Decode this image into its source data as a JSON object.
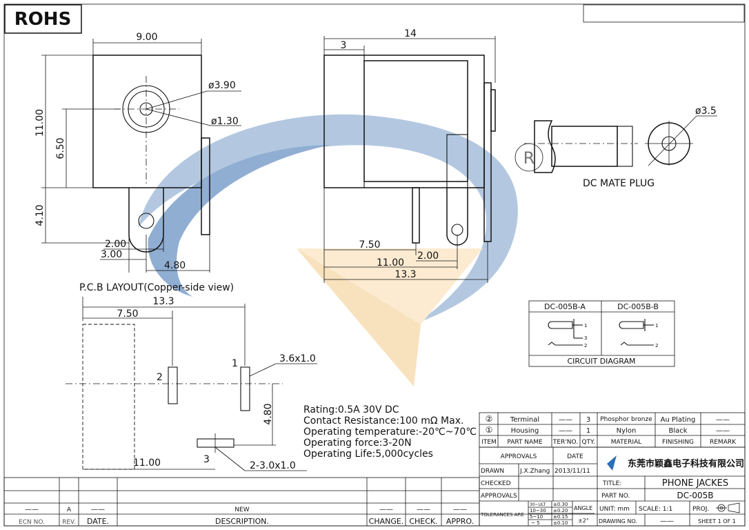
{
  "rohs": "ROHS",
  "front_dims": {
    "width": "9.00",
    "height": "11.00",
    "center": "6.50",
    "pin": "4.10",
    "hole_outer": "ø3.90",
    "hole_inner": "ø1.30",
    "d1": "2.00",
    "d2": "3.00",
    "d3": "4.80"
  },
  "side_dims": {
    "length": "14",
    "step": "3",
    "d1": "7.50",
    "d2": "2.00",
    "d3": "11.00",
    "d4": "13.3"
  },
  "plug": {
    "dia": "ø3.5",
    "label": "DC MATE PLUG",
    "mark": "R"
  },
  "pcb": {
    "title": "P.C.B LAYOUT(Copper-side view)",
    "w1": "13.3",
    "w2": "7.50",
    "slot1": "3.6x1.0",
    "h": "4.80",
    "w3": "11.00",
    "slot3": "2-3.0x1.0",
    "p1": "1",
    "p2": "2",
    "p3": "3"
  },
  "circuit": {
    "title": "CIRCUIT DIAGRAM",
    "a": "DC-005B-A",
    "b": "DC-005B-B",
    "n1": "1",
    "n2": "2",
    "n3": "3"
  },
  "specs": [
    "Rating:0.5A 30V DC",
    "Contact Resistance:100 mΩ Max.",
    "Operating temperature:-20℃~70℃",
    "Operating force:3-20N",
    "Operating Life:5,000cycles"
  ],
  "bom": {
    "r2": {
      "no": "②",
      "name": "Terminal",
      "ter": "——",
      "qty": "3",
      "mat": "Phosphor bronze",
      "fin": "Au Plating",
      "rem": "——"
    },
    "r1": {
      "no": "①",
      "name": "Housing",
      "ter": "——",
      "qty": "1",
      "mat": "Nylon",
      "fin": "Black",
      "rem": "——"
    },
    "hdr": {
      "item": "ITEM",
      "name": "PART NAME",
      "ter": "TER'NO.",
      "qty": "QTY.",
      "mat": "MATERIAL",
      "fin": "FINISHING",
      "rem": "REMARK"
    }
  },
  "title_block": {
    "approvals": "APPROVALS",
    "date": "DATE",
    "drawn": "DRAWN",
    "drawn_by": "J.X.Zhang",
    "drawn_date": "2013/11/11",
    "checked": "CHECKED",
    "approvals2": "APPROVALS",
    "company": "东莞市颖鑫电子科技有限公司",
    "title_lbl": "TITLE:",
    "title": "PHONE JACKES",
    "part_lbl": "PART NO.",
    "part": "DC-005B",
    "tol": "TOLERANCES ARE",
    "t1a": "30~ULT",
    "t1b": "±0.30",
    "t2a": "10~30",
    "t2b": "±0.20",
    "t3a": "5~10",
    "t3b": "±0.15",
    "t4a": "~ 5",
    "t4b": "±0.10",
    "angle": "ANGLE",
    "angle_v": "±2°",
    "unit": "UNIT: mm",
    "scale": "SCALE:  1:1",
    "proj": "PROJ.",
    "drawing_no": "DRAWING NO.",
    "drawing_val": "——",
    "sheet": "SHEET  1  OF  1"
  },
  "rev": {
    "ecn": "ECN NO.",
    "rev": "REV.",
    "date": "DATE.",
    "desc": "DESCRIPTION.",
    "change": "CHANGE.",
    "check": "CHECK.",
    "appro": "APPRO.",
    "a": "A",
    "new": "NEW",
    "dash": "——"
  }
}
